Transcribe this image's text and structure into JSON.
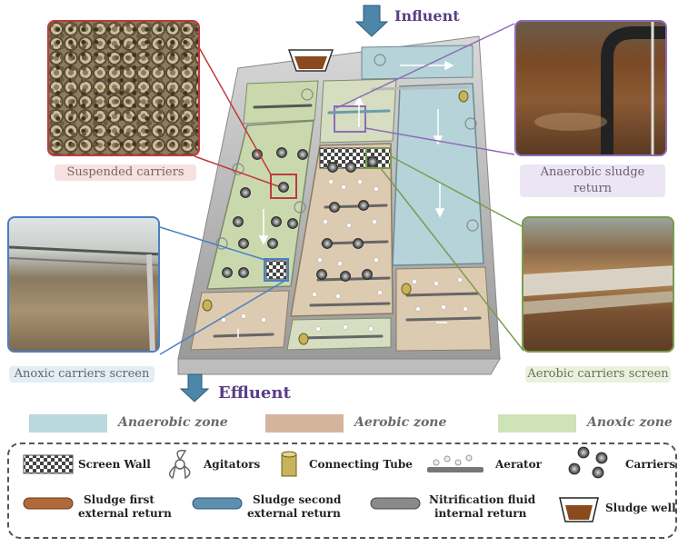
{
  "flow": {
    "influent": "Influent",
    "effluent": "Effluent"
  },
  "photos": {
    "suspended_carriers": "Suspended carriers",
    "anaerobic_sludge_return": "Anaerobic sludge return",
    "anoxic_carriers_screen": "Anoxic carriers screen",
    "aerobic_carriers_screen": "Aerobic carriers screen"
  },
  "zones": {
    "anaerobic": "Anaerobic zone",
    "aerobic": "Aerobic zone",
    "anoxic": "Anoxic zone"
  },
  "legend": {
    "screen_wall": "Screen Wall",
    "agitators": "Agitators",
    "connecting_tube": "Connecting Tube",
    "aerator": "Aerator",
    "carriers": "Carriers",
    "sludge_first_return_l1": "Sludge first",
    "sludge_first_return_l2": "external return",
    "sludge_second_return_l1": "Sludge second",
    "sludge_second_return_l2": "external return",
    "nitrification_l1": "Nitrification fluid",
    "nitrification_l2": "internal return",
    "sludge_well": "Sludge well"
  },
  "colors": {
    "anaerobic": "#b9d9de",
    "aerobic": "#d4b49c",
    "anoxic": "#cfe3b9",
    "frame_red": "#c0393c",
    "frame_purple": "#8d6cb8",
    "frame_blue": "#4b7fc4",
    "frame_green": "#7a9c4e",
    "label_purple": "#5a3f86"
  }
}
